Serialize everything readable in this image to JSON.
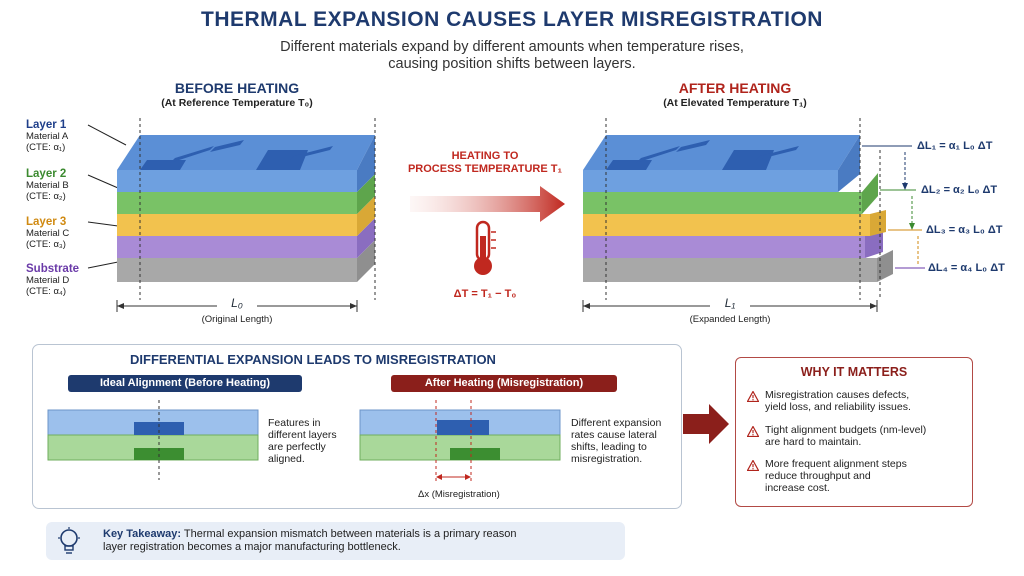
{
  "header": {
    "title": "THERMAL EXPANSION CAUSES LAYER MISREGISTRATION",
    "subtitle_line1": "Different materials expand by different amounts when temperature rises,",
    "subtitle_line2": "causing position shifts between layers."
  },
  "before": {
    "title": "BEFORE HEATING",
    "subtitle": "(At Reference Temperature T₀)",
    "length_label": "L₀",
    "length_caption": "(Original Length)"
  },
  "after": {
    "title": "AFTER HEATING",
    "subtitle": "(At Elevated Temperature T₁)",
    "length_label": "L₁",
    "length_caption": "(Expanded Length)"
  },
  "layers": [
    {
      "name": "Layer 1",
      "material": "Material A",
      "cte": "(CTE: α₁)",
      "color": "#1f3f8a"
    },
    {
      "name": "Layer 2",
      "material": "Material B",
      "cte": "(CTE: α₂)",
      "color": "#3b8a2f"
    },
    {
      "name": "Layer 3",
      "material": "Material C",
      "cte": "(CTE: α₃)",
      "color": "#d08a12"
    },
    {
      "name": "Substrate",
      "material": "Material D",
      "cte": "(CTE: α₄)",
      "color": "#6a3aa8"
    }
  ],
  "heating": {
    "label_line1": "HEATING TO",
    "label_line2": "PROCESS TEMPERATURE T₁",
    "delta_t": "ΔT = T₁ − T₀"
  },
  "expansions": [
    {
      "label": "ΔL₁ = α₁ L₀ ΔT"
    },
    {
      "label": "ΔL₂ = α₂ L₀ ΔT"
    },
    {
      "label": "ΔL₃ = α₃ L₀ ΔT"
    },
    {
      "label": "ΔL₄ = α₄ L₀ ΔT"
    }
  ],
  "differential": {
    "title": "DIFFERENTIAL EXPANSION LEADS TO MISREGISTRATION",
    "ideal_label": "Ideal Alignment (Before Heating)",
    "ideal_desc": [
      "Features in",
      "different layers",
      "are perfectly",
      "aligned."
    ],
    "after_label": "After Heating (Misregistration)",
    "after_desc": [
      "Different expansion",
      "rates cause lateral",
      "shifts, leading to",
      "misregistration."
    ],
    "shift_label": "Δx (Misregistration)"
  },
  "why": {
    "title": "WHY IT MATTERS",
    "items": [
      [
        "Misregistration causes defects,",
        "yield loss, and reliability issues."
      ],
      [
        "Tight alignment budgets (nm-level)",
        "are hard to maintain."
      ],
      [
        "More frequent alignment steps",
        "reduce throughput and",
        "increase cost."
      ]
    ]
  },
  "takeaway": {
    "lead": "Key Takeaway:",
    "text1": " Thermal expansion mismatch between materials is a primary reason",
    "text2": "layer registration becomes a major manufacturing bottleneck."
  },
  "colors": {
    "blue_top": "#5b8fd6",
    "blue_front": "#6ea0e0",
    "green_front": "#79c266",
    "yellow_front": "#f2c24e",
    "purple_front": "#a98bd6",
    "gray_front": "#a8a8a8",
    "arrow_red": "#c0281f",
    "navy": "#1e3a6e",
    "dark_red": "#8b1f1b"
  }
}
